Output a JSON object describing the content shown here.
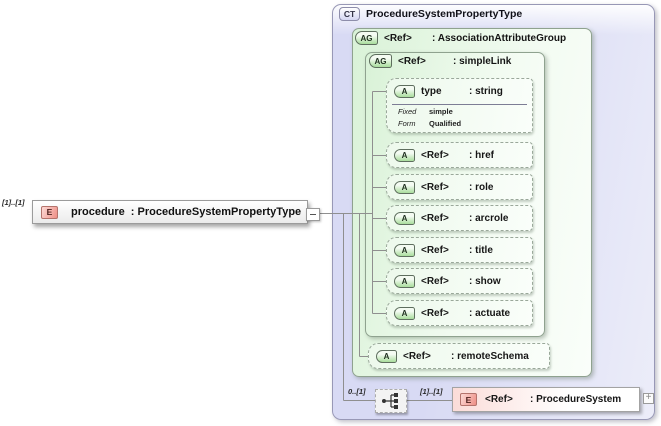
{
  "root_element": {
    "cardinality": "[1]..[1]",
    "badge": "E",
    "name": "procedure",
    "type": ": ProcedureSystemPropertyType"
  },
  "complex_type": {
    "badge": "CT",
    "title": "ProcedureSystemPropertyType",
    "association_group": {
      "badge": "AG",
      "ref": "<Ref>",
      "type": ": AssociationAttributeGroup"
    },
    "simple_link": {
      "badge": "AG",
      "ref": "<Ref>",
      "type": ": simpleLink"
    },
    "type_attribute": {
      "badge": "A",
      "name": "type",
      "type": ": string",
      "facets": [
        {
          "label": "Fixed",
          "value": "simple"
        },
        {
          "label": "Form",
          "value": "Qualified"
        }
      ]
    },
    "attributes": [
      {
        "badge": "A",
        "ref": "<Ref>",
        "type": ": href"
      },
      {
        "badge": "A",
        "ref": "<Ref>",
        "type": ": role"
      },
      {
        "badge": "A",
        "ref": "<Ref>",
        "type": ": arcrole"
      },
      {
        "badge": "A",
        "ref": "<Ref>",
        "type": ": title"
      },
      {
        "badge": "A",
        "ref": "<Ref>",
        "type": ": show"
      },
      {
        "badge": "A",
        "ref": "<Ref>",
        "type": ": actuate"
      }
    ],
    "remote_schema": {
      "badge": "A",
      "ref": "<Ref>",
      "type": ": remoteSchema"
    },
    "sequence": {
      "cardinality_before": "0..[1]",
      "cardinality_after": "[1]..[1]",
      "element": {
        "badge": "E",
        "ref": "<Ref>",
        "type": ": ProcedureSystem",
        "expand_label": "+"
      }
    }
  },
  "colors": {
    "complex_type_fill": "#d8daf4",
    "group_fill": "#d9f2d7",
    "attribute_badge": "#a9dd9c",
    "element_badge": "#ee8f86",
    "connector": "#8f8f8f"
  }
}
